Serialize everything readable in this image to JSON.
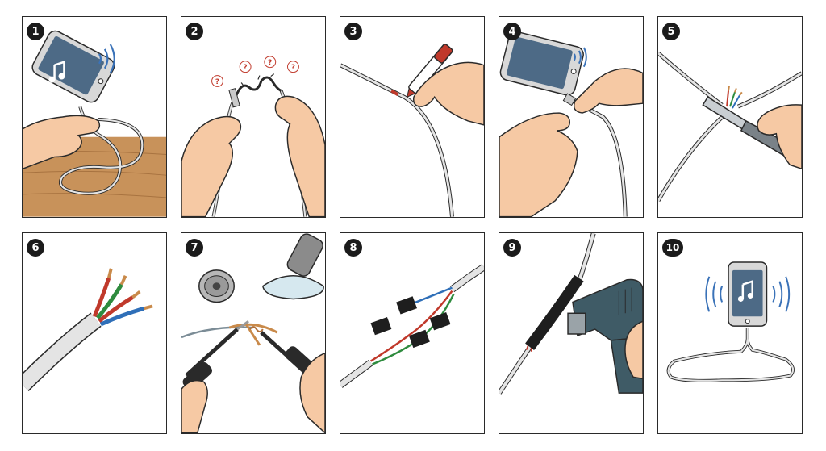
{
  "steps": [
    {
      "number": "1"
    },
    {
      "number": "2",
      "marks": [
        "?",
        "?",
        "?",
        "?"
      ]
    },
    {
      "number": "3"
    },
    {
      "number": "4"
    },
    {
      "number": "5"
    },
    {
      "number": "6"
    },
    {
      "number": "7"
    },
    {
      "number": "8"
    },
    {
      "number": "9"
    },
    {
      "number": "10"
    }
  ],
  "colors": {
    "outline": "#2a2a2a",
    "skin": "#f6c9a4",
    "cable": "#e4e4e4",
    "wood": "#c8925a",
    "phone_screen": "#4d6a86",
    "red_wire": "#c0392b",
    "green_wire": "#2e8b3e",
    "blue_wire": "#2f6fb8",
    "copper": "#c98a4a",
    "sound_waves": "#3a72b8",
    "heat_gun": "#3f5b66",
    "tape": "#1e1e1e"
  },
  "icons": [
    "music-note-icon",
    "sound-wave-icon",
    "question-mark-icon",
    "marker-icon",
    "knife-icon",
    "soldering-iron-icon",
    "solder-spool-icon",
    "heat-gun-icon",
    "heat-shrink-tube-icon"
  ]
}
